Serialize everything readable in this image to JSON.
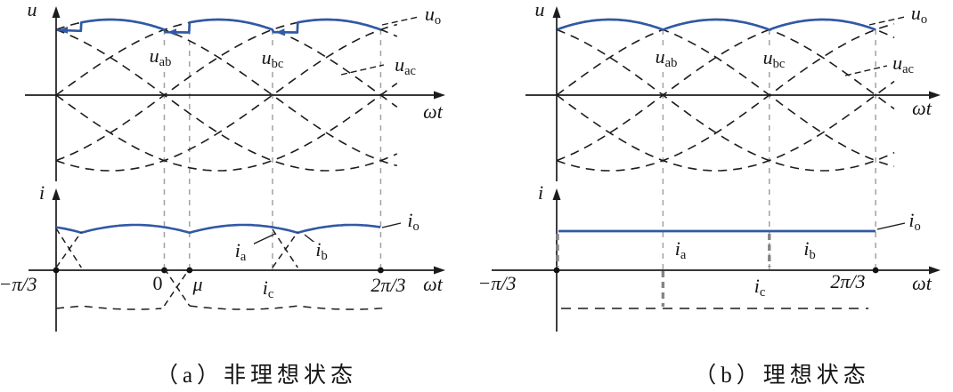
{
  "figure": {
    "captions": {
      "a": "（a）非理想状态",
      "b": "（b）理想状态"
    },
    "colors": {
      "background": "#ffffff",
      "waveform_blue": "#3159a4",
      "curve_black": "#1c1c1c",
      "guide_gray": "#a2a2a2",
      "marker_gray": "#858585",
      "neg_current_dark": "#3a3a3a",
      "text": "#151515"
    }
  },
  "chart_data": [
    {
      "panel": "a",
      "caption": "（a）非理想状态",
      "type": "line",
      "x_axis": {
        "label": "ωt",
        "unit": "rad",
        "range_rad": [
          -1.0472,
          2.27
        ],
        "ticks": [
          {
            "label": "−π/3",
            "value_rad": -1.0472
          },
          {
            "label": "0",
            "value_rad": 0
          },
          {
            "label": "μ",
            "value_rad": 0.244
          },
          {
            "label": "2π/3",
            "value_rad": 2.0944
          }
        ]
      },
      "voltage_plot": {
        "y_axis_label": "u",
        "amplitude_pu": 1,
        "series": [
          {
            "name": "u_ab",
            "type": "sine",
            "amplitude": 1,
            "peak_deg": -30,
            "style": "dashed"
          },
          {
            "name": "u_bc",
            "type": "sine",
            "amplitude": 1,
            "peak_deg": 30,
            "style": "dashed"
          },
          {
            "name": "u_ac",
            "type": "sine",
            "amplitude": 1,
            "peak_deg": 90,
            "style": "dashed"
          },
          {
            "name": "mirror_line_voltages",
            "type": "sine-set",
            "amplitude": 1,
            "peak_deg": [
              150,
              210,
              270
            ],
            "style": "dashed"
          },
          {
            "name": "u_o",
            "type": "envelope-max",
            "commutation_overlap_deg": 14,
            "notched": true,
            "style": "solid-blue"
          }
        ]
      },
      "current_plot": {
        "y_axis_label": "i",
        "series": [
          {
            "name": "i_o",
            "type": "ripple",
            "description": "output current with ripple and commutation dips"
          },
          {
            "name": "i_a",
            "type": "phase",
            "conducts_rad": [
              -0.803,
              1.0472
            ],
            "commutation": "ramp"
          },
          {
            "name": "i_b",
            "type": "phase",
            "conducts_rad": [
              1.0472,
              2.0944
            ],
            "commutation": "ramp"
          },
          {
            "name": "i_c",
            "type": "phase-negative",
            "conducts_rad": [
              -1.0472,
              2.0944
            ],
            "commutation": "ramp"
          }
        ]
      },
      "guides_rad": [
        0,
        0.244,
        1.0472,
        2.0944
      ]
    },
    {
      "panel": "b",
      "caption": "（b）理想状态",
      "type": "line",
      "x_axis": {
        "label": "ωt",
        "unit": "rad",
        "range_rad": [
          -1.0472,
          2.29
        ],
        "ticks": [
          {
            "label": "−π/3",
            "value_rad": -1.0472
          },
          {
            "label": "2π/3",
            "value_rad": 2.0944
          }
        ]
      },
      "voltage_plot": {
        "y_axis_label": "u",
        "amplitude_pu": 1,
        "series": [
          {
            "name": "u_ab",
            "type": "sine",
            "amplitude": 1,
            "peak_deg": -30,
            "style": "dashed"
          },
          {
            "name": "u_bc",
            "type": "sine",
            "amplitude": 1,
            "peak_deg": 30,
            "style": "dashed"
          },
          {
            "name": "u_ac",
            "type": "sine",
            "amplitude": 1,
            "peak_deg": 90,
            "style": "dashed"
          },
          {
            "name": "mirror_line_voltages",
            "type": "sine-set",
            "amplitude": 1,
            "peak_deg": [
              150,
              210,
              270
            ],
            "style": "dashed"
          },
          {
            "name": "u_o",
            "type": "envelope-max",
            "commutation_overlap_deg": 0,
            "notched": false,
            "style": "solid-blue"
          }
        ]
      },
      "current_plot": {
        "y_axis_label": "i",
        "series": [
          {
            "name": "i_o",
            "type": "flat",
            "description": "constant smooth output current"
          },
          {
            "name": "i_a",
            "type": "phase",
            "conducts_rad": [
              -1.0472,
              1.0472
            ],
            "commutation": "instant"
          },
          {
            "name": "i_b",
            "type": "phase",
            "conducts_rad": [
              1.0472,
              2.0944
            ],
            "commutation": "instant"
          },
          {
            "name": "i_c",
            "type": "phase-negative",
            "conducts_rad": [
              -1.0472,
              2.0944
            ],
            "commutation": "instant"
          }
        ]
      },
      "guides_rad": [
        0,
        1.0472,
        2.0944
      ]
    }
  ],
  "annotations": {
    "a": [
      {
        "name": "axis-u",
        "base": "u"
      },
      {
        "name": "axis-wt-top",
        "base": "ωt"
      },
      {
        "name": "u-o",
        "base": "u",
        "sub": "o"
      },
      {
        "name": "u-ab",
        "base": "u",
        "sub": "ab",
        "bg": true
      },
      {
        "name": "u-bc",
        "base": "u",
        "sub": "bc",
        "bg": true
      },
      {
        "name": "u-ac",
        "base": "u",
        "sub": "ac"
      },
      {
        "name": "axis-i",
        "base": "i"
      },
      {
        "name": "i-o",
        "base": "i",
        "sub": "o"
      },
      {
        "name": "i-a",
        "base": "i",
        "sub": "a",
        "bg": true
      },
      {
        "name": "i-b",
        "base": "i",
        "sub": "b",
        "bg": true
      },
      {
        "name": "i-c",
        "base": "i",
        "sub": "c",
        "bg": true
      },
      {
        "name": "tick-neg-pi-3",
        "base": "−π/3"
      },
      {
        "name": "tick-0",
        "base": "0",
        "upright": true
      },
      {
        "name": "tick-mu",
        "base": "μ"
      },
      {
        "name": "tick-2pi-3",
        "base": "2π/3"
      },
      {
        "name": "axis-wt-bottom",
        "base": "ωt"
      }
    ],
    "b": [
      {
        "name": "axis-u",
        "base": "u"
      },
      {
        "name": "axis-wt-top",
        "base": "ωt"
      },
      {
        "name": "u-o",
        "base": "u",
        "sub": "o"
      },
      {
        "name": "u-ab",
        "base": "u",
        "sub": "ab",
        "bg": true
      },
      {
        "name": "u-bc",
        "base": "u",
        "sub": "bc",
        "bg": true
      },
      {
        "name": "u-ac",
        "base": "u",
        "sub": "ac"
      },
      {
        "name": "axis-i",
        "base": "i"
      },
      {
        "name": "i-o",
        "base": "i",
        "sub": "o"
      },
      {
        "name": "i-a",
        "base": "i",
        "sub": "a",
        "bg": true
      },
      {
        "name": "i-b",
        "base": "i",
        "sub": "b",
        "bg": true
      },
      {
        "name": "i-c",
        "base": "i",
        "sub": "c",
        "bg": true
      },
      {
        "name": "tick-neg-pi-3",
        "base": "−π/3"
      },
      {
        "name": "tick-2pi-3",
        "base": "2π/3"
      },
      {
        "name": "axis-wt-bottom",
        "base": "ωt"
      }
    ]
  }
}
